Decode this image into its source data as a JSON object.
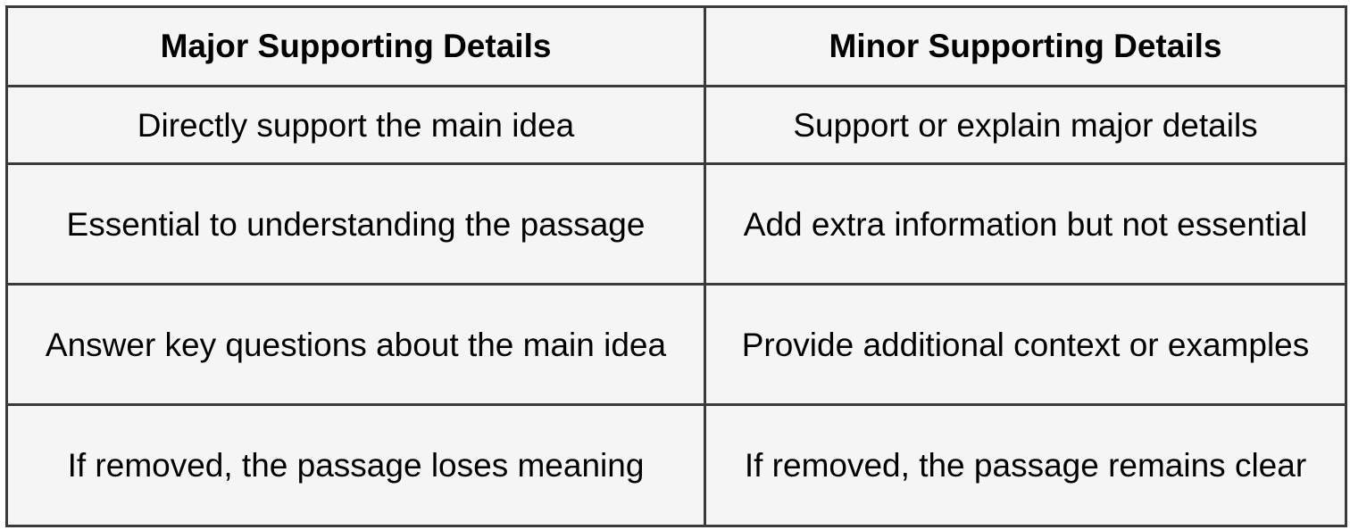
{
  "table": {
    "headers": [
      "Major Supporting Details",
      "Minor Supporting Details"
    ],
    "rows": [
      [
        "Directly support the main idea",
        "Support or explain major details"
      ],
      [
        "Essential to understanding the passage",
        "Add extra information but not essential"
      ],
      [
        "Answer key questions about the main idea",
        "Provide additional context or examples"
      ],
      [
        "If removed, the passage loses meaning",
        "If removed, the passage remains clear"
      ]
    ]
  },
  "colors": {
    "border": "#3a3a3a",
    "cell_background": "#f5f5f5",
    "text": "#000000"
  }
}
